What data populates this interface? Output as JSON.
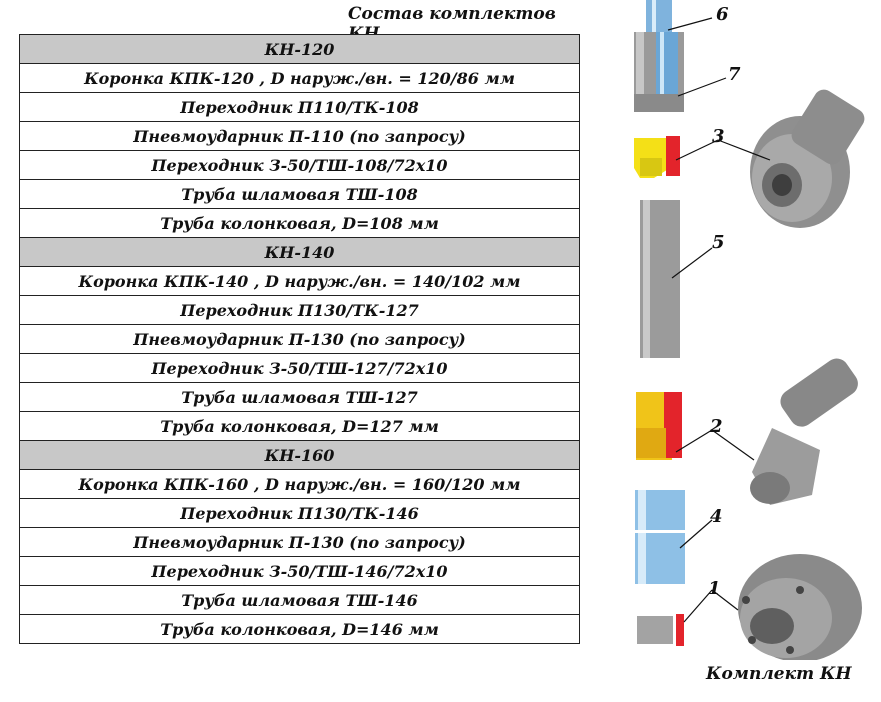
{
  "caption": "Состав комплектов КН",
  "footer": "Комплект КН",
  "groups": [
    {
      "title": "КН-120",
      "items": [
        "Коронка КПК-120 , D наруж./вн.  = 120/86 мм",
        "Переходник П110/ТК-108",
        "Пневмоударник П-110 (по запросу)",
        "Переходник З-50/ТШ-108/72х10",
        "Труба шламовая ТШ-108",
        "Труба колонковая, D=108 мм"
      ]
    },
    {
      "title": "КН-140",
      "items": [
        "Коронка КПК-140 , D наруж./вн.  = 140/102 мм",
        "Переходник П130/ТК-127",
        "Пневмоударник П-130 (по запросу)",
        "Переходник З-50/ТШ-127/72х10",
        "Труба шламовая ТШ-127",
        "Труба колонковая, D=127 мм"
      ]
    },
    {
      "title": "КН-160",
      "items": [
        "Коронка КПК-160 , D наруж./вн.  = 160/120 мм",
        "Переходник П130/ТК-146",
        "Пневмоударник П-130 (по запросу)",
        "Переходник З-50/ТШ-146/72х10",
        "Труба шламовая ТШ-146",
        "Труба колонковая, D=146 мм"
      ]
    }
  ],
  "callouts": [
    "6",
    "7",
    "3",
    "5",
    "2",
    "4",
    "1"
  ]
}
